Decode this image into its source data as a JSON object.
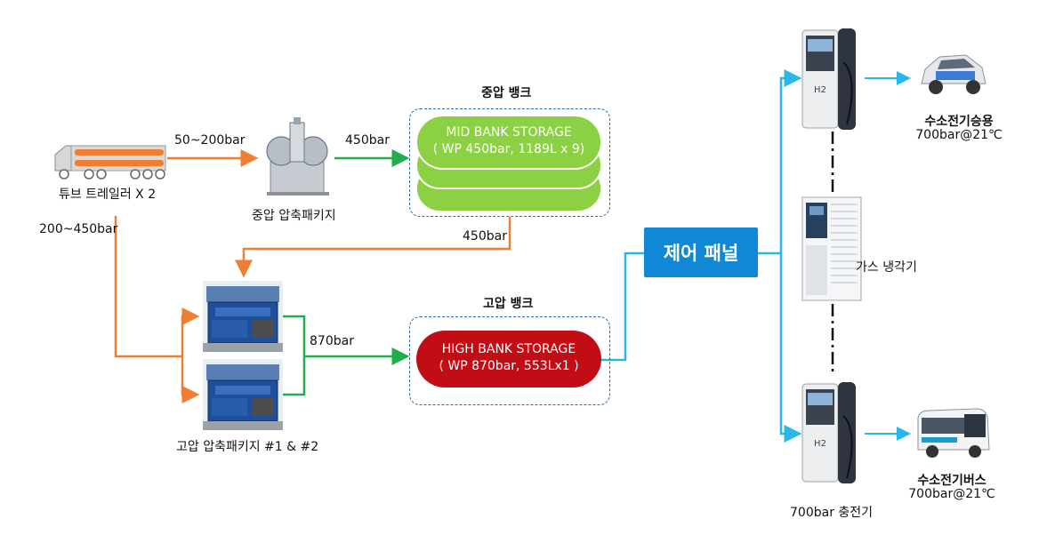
{
  "tube_trailer": {
    "label": "튜브 트레일러 X 2"
  },
  "mid_compressor": {
    "label": "중압 압축패키지"
  },
  "high_compressor": {
    "label": "고압 압축패키지 #1 & #2"
  },
  "mid_bank": {
    "title": "중압 뱅크",
    "name": "MID BANK STORAGE",
    "spec": "( WP 450bar, 1189L x 9)"
  },
  "high_bank": {
    "title": "고압 뱅크",
    "name": "HIGH BANK STORAGE",
    "spec": "( WP 870bar, 553Lx1 )"
  },
  "control_panel": {
    "label": "제어 패널"
  },
  "gas_cooler": {
    "label": "가스 냉각기"
  },
  "dispenser": {
    "label": "700bar 충전기",
    "logo": "H2"
  },
  "car": {
    "label": "수소전기승용",
    "spec": "700bar@21℃"
  },
  "bus": {
    "label": "수소전기버스",
    "spec": "700bar@21℃"
  },
  "pressures": {
    "trailer_to_mid": "50~200bar",
    "mid_to_bank": "450bar",
    "trailer_to_high": "200~450bar",
    "bank_to_high": "450bar",
    "high_to_bank": "870bar"
  },
  "colors": {
    "orange_line": "#ef7d32",
    "green_line": "#1fae4b",
    "blue_line": "#29b6e8",
    "mid_bank_fill": "#8cd043",
    "high_bank_fill": "#c30d15",
    "control_panel": "#1188d6"
  }
}
